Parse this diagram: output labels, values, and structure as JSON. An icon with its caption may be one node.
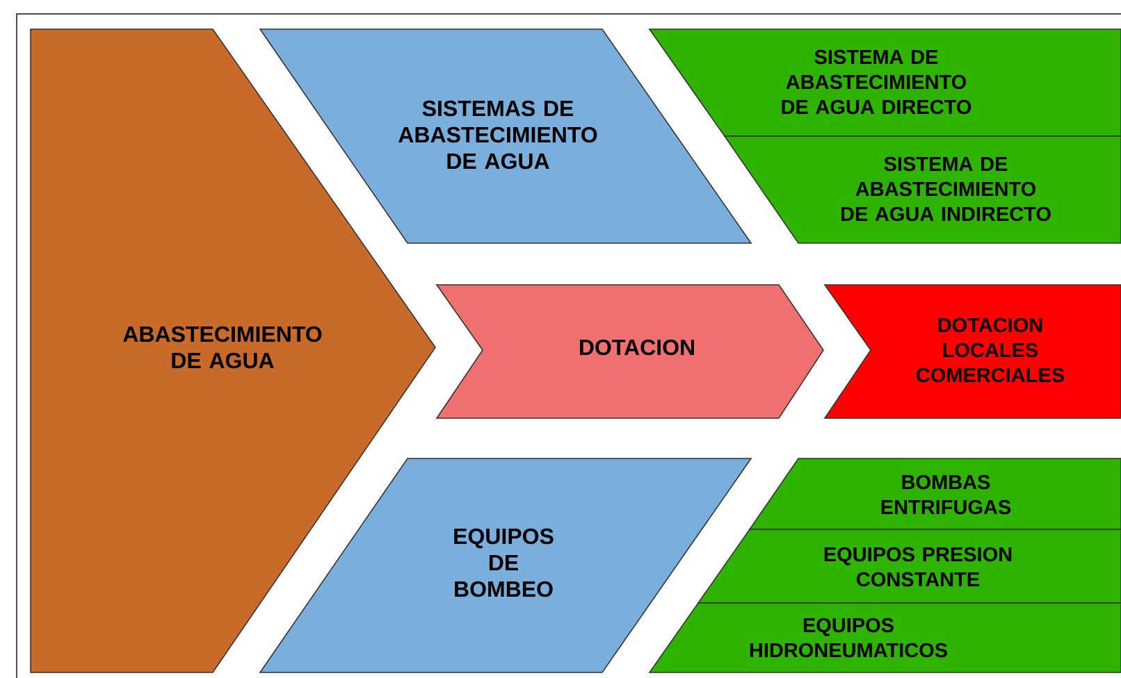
{
  "diagram": {
    "nodes": [
      {
        "text": [
          "ABASTECIMIENTO DE AGUA"
        ]
      },
      {
        "text": [
          "SISTEMAS DE ABASTECIMIENTO DE AGUA"
        ]
      },
      {
        "text": [
          "DOTACION"
        ]
      },
      {
        "text": [
          "EQUIPOS DE BOMBEO"
        ]
      },
      {
        "text": [
          "SISTEMA DE ABASTECIMIENTO DE AGUA DIRECTO"
        ]
      },
      {
        "text": [
          "SISTEMA DE ABASTECIMIENTO DE AGUA INDIRECTO"
        ]
      },
      {
        "text": [
          "DOTACION LOCALES COMERCIALES"
        ]
      },
      {
        "text": [
          "BOMBAS ENTRIFUGAS"
        ]
      },
      {
        "text": [
          "EQUIPOS PRESION CONSTANTE"
        ]
      },
      {
        "text": [
          "EQUIPOS HIDRONEUMATICOS"
        ]
      }
    ]
  }
}
